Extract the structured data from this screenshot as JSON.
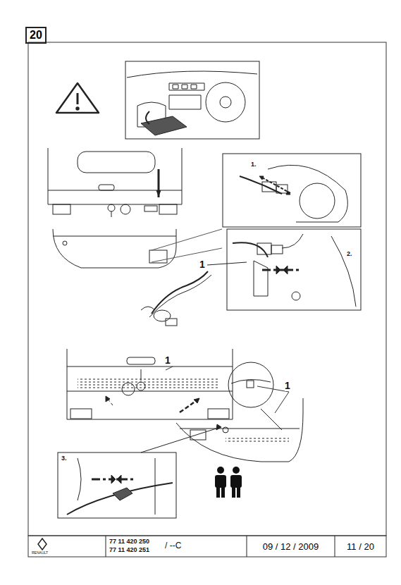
{
  "diagram": {
    "nodes": [
      {
        "text": [
          "20"
        ]
      },
      {
        "text": [
          "09 / 12 / 2009"
        ]
      },
      {
        "text": [
          "11 / 20"
        ]
      }
    ],
    "labels": [
      "77 11 420 250",
      "77 11 420 251",
      "/ --C",
      "RENAULT",
      "1.",
      "2.",
      "3.",
      "1",
      "1",
      "1"
    ]
  }
}
